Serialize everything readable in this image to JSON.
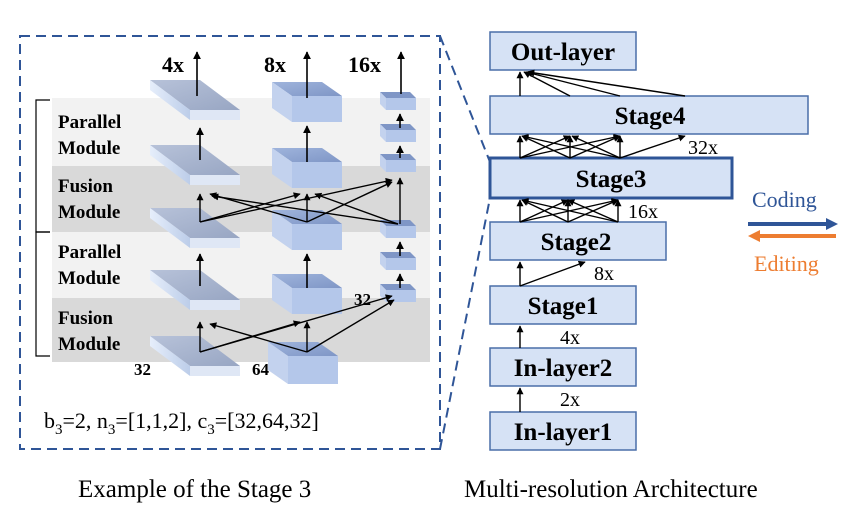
{
  "left": {
    "caption": "Example of the Stage 3",
    "res_labels": [
      "4x",
      "8x",
      "16x"
    ],
    "module_labels": [
      [
        "Parallel",
        "Module"
      ],
      [
        "Fusion",
        "Module"
      ],
      [
        "Parallel",
        "Module"
      ],
      [
        "Fusion",
        "Module"
      ]
    ],
    "channel_labels": [
      "32",
      "64",
      "32"
    ],
    "formula": {
      "b": "b",
      "b_sub": "3",
      "b_val": "=2, ",
      "n": "n",
      "n_sub": "3",
      "n_val": "=[1,1,2], ",
      "c": "c",
      "c_sub": "3",
      "c_val": "=[32,64,32]"
    }
  },
  "right": {
    "caption": "Multi-resolution Architecture",
    "blocks": {
      "out": "Out-layer",
      "stage4": "Stage4",
      "stage3": "Stage3",
      "stage2": "Stage2",
      "stage1": "Stage1",
      "in2": "In-layer2",
      "in1": "In-layer1"
    },
    "scales": [
      "2x",
      "4x",
      "8x",
      "16x",
      "32x"
    ],
    "legend": {
      "coding": "Coding",
      "editing": "Editing"
    }
  },
  "colors": {
    "block_fill": "#d6e2f5",
    "block_border": "#4a6ea8",
    "dashed": "#2f5597",
    "coding": "#2f5597",
    "editing": "#ed7d31",
    "band_light": "#f2f2f2",
    "band_dark": "#d9d9d9",
    "plate_top": "#a9b4cc",
    "plate_side": "#c8d6ee"
  }
}
